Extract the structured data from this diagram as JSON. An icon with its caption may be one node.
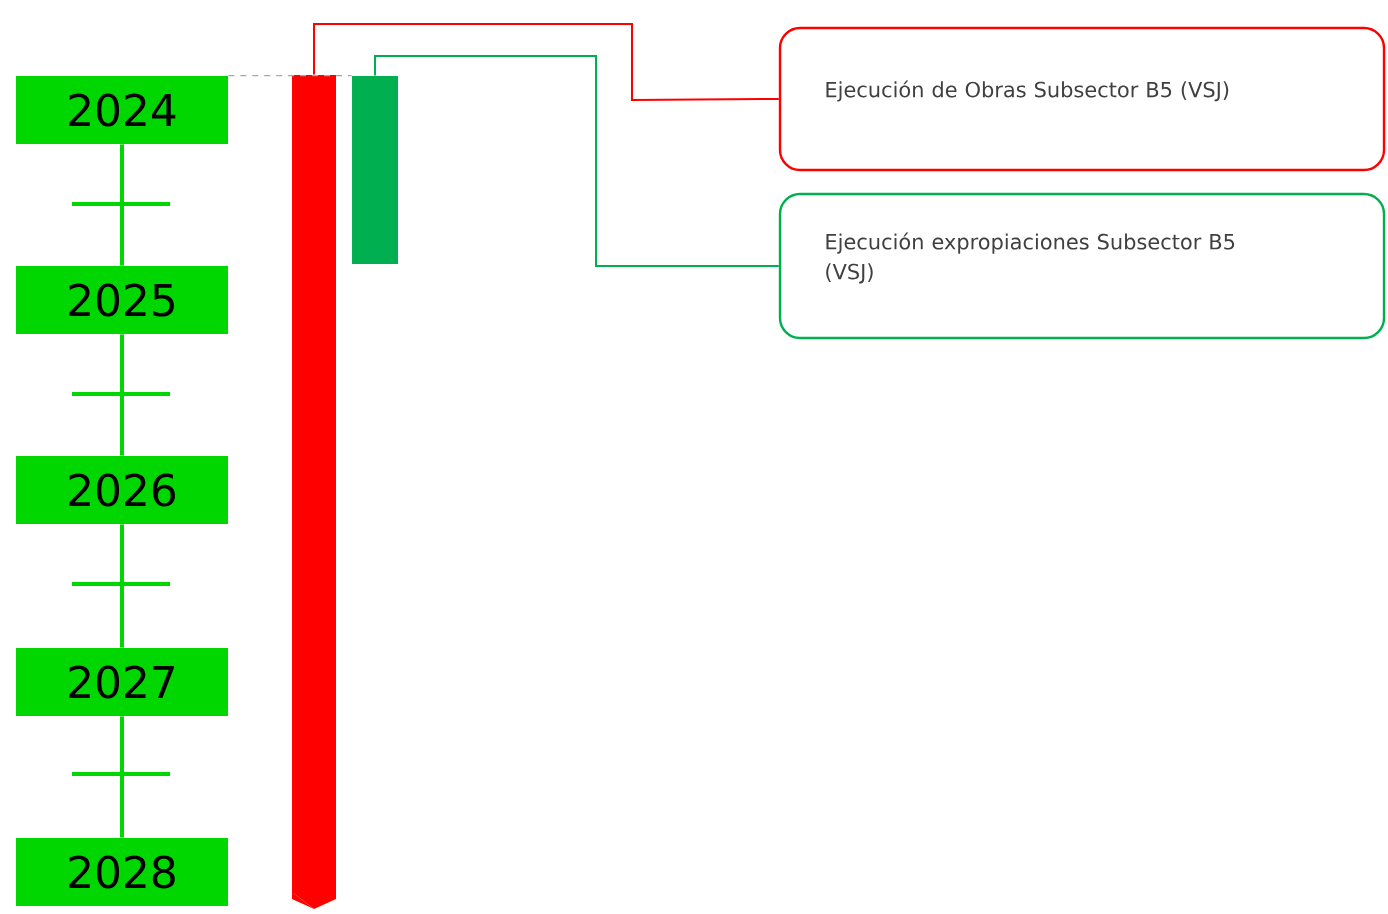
{
  "diagram": {
    "nodes": [
      {
        "text": [
          "2024"
        ]
      },
      {
        "text": [
          "2025"
        ]
      },
      {
        "text": [
          "2026"
        ]
      },
      {
        "text": [
          "2027"
        ]
      },
      {
        "text": [
          "2028"
        ]
      },
      {
        "text": [],
        "shape": "bar"
      },
      {
        "text": [],
        "shape": "bar"
      },
      {
        "text": [
          "Ejecución de Obras Subsector B5 (VSJ)"
        ]
      },
      {
        "text": [
          "Ejecución expropiaciones Subsector B5 (VSJ)"
        ]
      }
    ],
    "edges": [
      {
        "from": 0,
        "to": 1,
        "arrow": "none"
      },
      {
        "from": 1,
        "to": 2,
        "arrow": "none"
      },
      {
        "from": 2,
        "to": 3,
        "arrow": "none"
      },
      {
        "from": 3,
        "to": 4,
        "arrow": "none"
      },
      {
        "from": 7,
        "to": 5,
        "arrow": "none",
        "color": "#ff0000"
      },
      {
        "from": 8,
        "to": 6,
        "arrow": "none",
        "color": "#00b050"
      },
      {
        "from": 0,
        "to": 6,
        "arrow": "none",
        "style": "dashed",
        "color": "#a6a6a6"
      }
    ]
  }
}
